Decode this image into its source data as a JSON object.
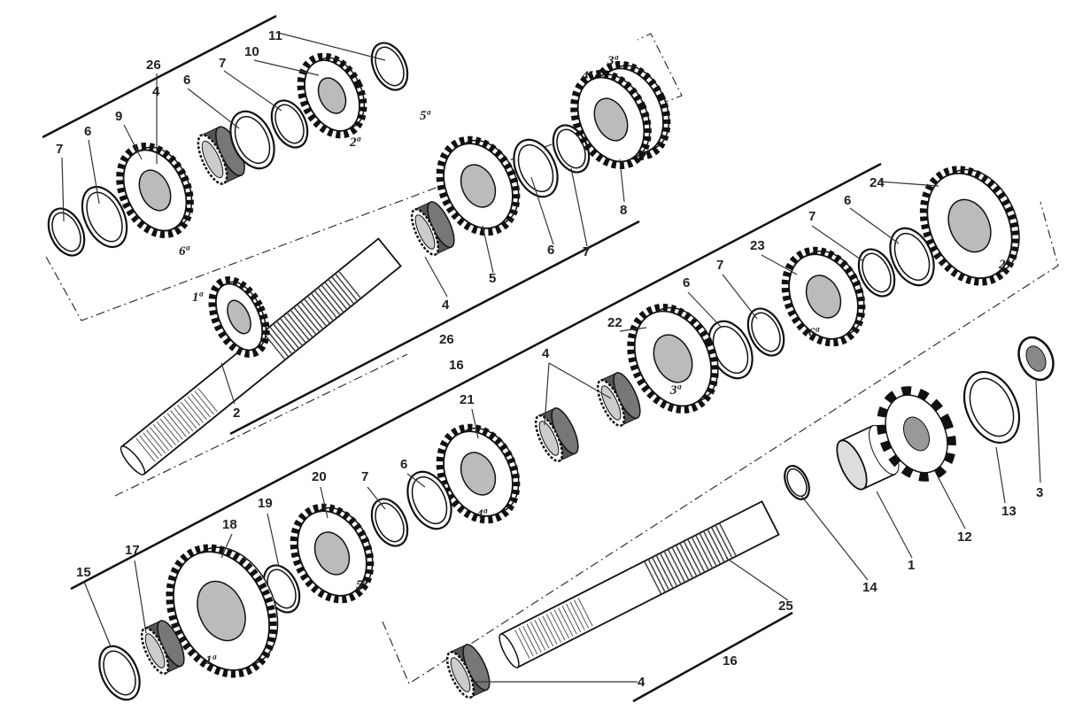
{
  "title": "Gearbox exploded parts diagram",
  "labels": {
    "top": [
      "26",
      "11",
      "10",
      "7",
      "6",
      "4",
      "9",
      "6",
      "7",
      "4",
      "5",
      "6",
      "7",
      "8",
      "2",
      "26",
      "16"
    ],
    "middle": [
      "24",
      "7",
      "6",
      "23",
      "7",
      "6",
      "22",
      "4",
      "21",
      "6",
      "7",
      "20",
      "19",
      "18",
      "17",
      "15"
    ],
    "right": [
      "3",
      "13",
      "12",
      "1",
      "14",
      "25",
      "16",
      "4"
    ]
  },
  "gear_ordinals": {
    "top": [
      "6ª",
      "2ª",
      "5ª",
      "4ª",
      "3ª",
      "1ª"
    ],
    "middle": [
      "2ª",
      "6ª",
      "3ª",
      "4ª",
      "5ª",
      "1ª"
    ]
  }
}
